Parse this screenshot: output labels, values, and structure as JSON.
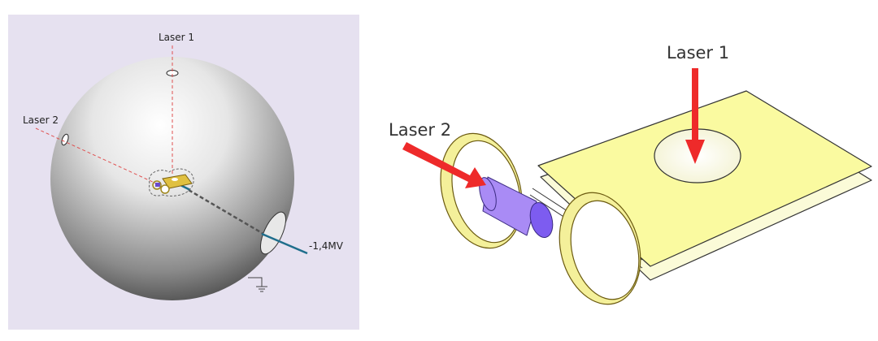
{
  "left_panel": {
    "laser1_label": "Laser 1",
    "laser2_label": "Laser 2",
    "voltage_label": "-1,4MV",
    "background_color": "#e6e1f0"
  },
  "right_panel": {
    "laser1_label": "Laser 1",
    "laser2_label": "Laser 2",
    "plate_color": "#fafaa0",
    "arrow_color": "#ee2a2a",
    "cylinder_color": "#a98bf5"
  }
}
